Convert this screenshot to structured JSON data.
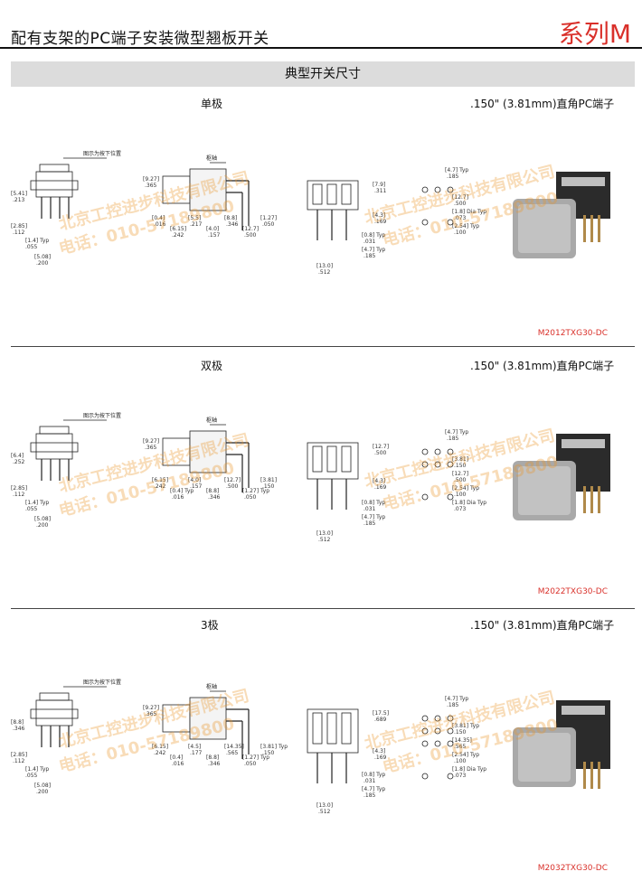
{
  "header": {
    "title": "配有支架的PC端子安装微型翘板开关",
    "series": "系列M",
    "section": "典型开关尺寸"
  },
  "panels": [
    {
      "title": "单极",
      "subtitle": ".150\" (3.81mm)直角PC端子",
      "part": "M2012TXG30-DC",
      "callouts": {
        "press": "图示为按下位置",
        "pivot": "枢轴"
      },
      "dims_a": [
        "[5.41]",
        ".213",
        "[2.85]",
        ".112",
        "[1.4] Typ",
        ".055",
        "[5.08]",
        ".200"
      ],
      "dims_b": [
        "[9.27]",
        ".365",
        "[0.4]",
        ".016",
        "[6.15]",
        ".242",
        "[5.5]",
        ".217",
        "[4.0]",
        ".157",
        "[8.8]",
        ".346",
        "[12.7]",
        ".500",
        "[1.27]",
        ".050"
      ],
      "dims_c": [
        "[7.9]",
        ".311",
        "[4.3]",
        ".169",
        "[0.8] Typ",
        ".031",
        "[4.7] Typ",
        ".185",
        "[13.0]",
        ".512"
      ],
      "dims_d": [
        "[4.7] Typ",
        ".185",
        "[12.7]",
        ".500",
        "[1.8] Dia Typ",
        ".073",
        "[2.54] Typ",
        ".100"
      ]
    },
    {
      "title": "双极",
      "subtitle": ".150\" (3.81mm)直角PC端子",
      "part": "M2022TXG30-DC",
      "callouts": {
        "press": "图示为按下位置",
        "pivot": "枢轴"
      },
      "dims_a": [
        "[6.4]",
        ".252",
        "[2.85]",
        ".112",
        "[1.4] Typ",
        ".055",
        "[5.08]",
        ".200"
      ],
      "dims_b": [
        "[9.27]",
        ".365",
        "[6.15]",
        ".242",
        "[0.4] Typ",
        ".016",
        "[4.0]",
        ".157",
        "[8.8]",
        ".346",
        "[12.7]",
        ".500",
        "[1.27] Typ",
        ".050",
        "[3.81]",
        ".150"
      ],
      "dims_c": [
        "[12.7]",
        ".500",
        "[4.3]",
        ".169",
        "[0.8] Typ",
        ".031",
        "[4.7] Typ",
        ".185",
        "[13.0]",
        ".512"
      ],
      "dims_d": [
        "[4.7] Typ",
        ".185",
        "[3.81]",
        ".150",
        "[12.7]",
        ".500",
        "[2.54] Typ",
        ".100",
        "[1.8] Dia Typ",
        ".073"
      ]
    },
    {
      "title": "3极",
      "subtitle": ".150\" (3.81mm)直角PC端子",
      "part": "M2032TXG30-DC",
      "callouts": {
        "press": "图示为按下位置",
        "pivot": "枢轴"
      },
      "dims_a": [
        "[8.8]",
        ".346",
        "[2.85]",
        ".112",
        "[1.4] Typ",
        ".055",
        "[5.08]",
        ".200"
      ],
      "dims_b": [
        "[9.27]",
        ".365",
        "[6.15]",
        ".242",
        "[0.4]",
        ".016",
        "[4.5]",
        ".177",
        "[8.8]",
        ".346",
        "[14.35]",
        ".565",
        "[1.27] Typ",
        ".050",
        "[3.81] Typ",
        ".150"
      ],
      "dims_c": [
        "[17.5]",
        ".689",
        "[4.3]",
        ".169",
        "[0.8] Typ",
        ".031",
        "[4.7] Typ",
        ".185",
        "[13.0]",
        ".512"
      ],
      "dims_d": [
        "[4.7] Typ",
        ".185",
        "[3.81] Typ",
        ".150",
        "[14.35]",
        ".565",
        "[2.54] Typ",
        ".100",
        "[1.8] Dia Typ",
        ".073"
      ]
    }
  ],
  "watermark": {
    "company": "北京工控进步科技有限公司",
    "phone": "电话：010-57189800"
  }
}
